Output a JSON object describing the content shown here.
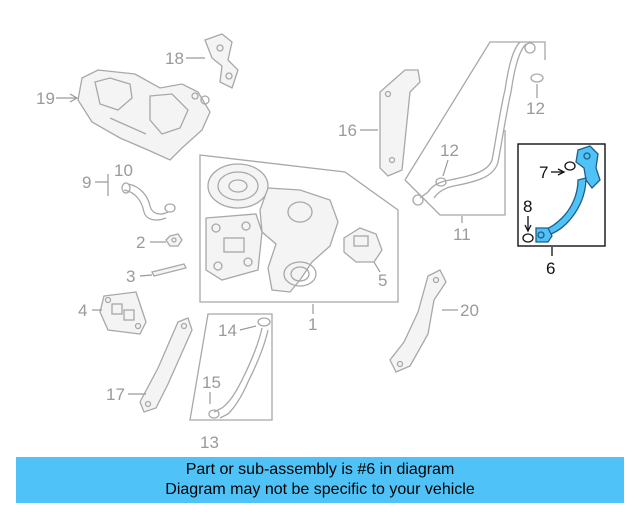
{
  "diagram": {
    "callouts": {
      "c1": "1",
      "c2": "2",
      "c3": "3",
      "c4": "4",
      "c5": "5",
      "c6": "6",
      "c7": "7",
      "c8": "8",
      "c9": "9",
      "c10": "10",
      "c11": "11",
      "c12a": "12",
      "c12b": "12",
      "c13": "13",
      "c14": "14",
      "c15": "15",
      "c16": "16",
      "c17": "17",
      "c18": "18",
      "c19": "19",
      "c20": "20"
    },
    "highlight_part": "6",
    "colors": {
      "highlight_fill": "#4fc3f7",
      "highlight_outline": "#1f5e86",
      "part_line": "#a8a8a8",
      "banner": "#4fc3f7"
    }
  },
  "banner": {
    "line1": "Part or sub-assembly is #6 in diagram",
    "line2": "Diagram may not be specific to your vehicle"
  }
}
